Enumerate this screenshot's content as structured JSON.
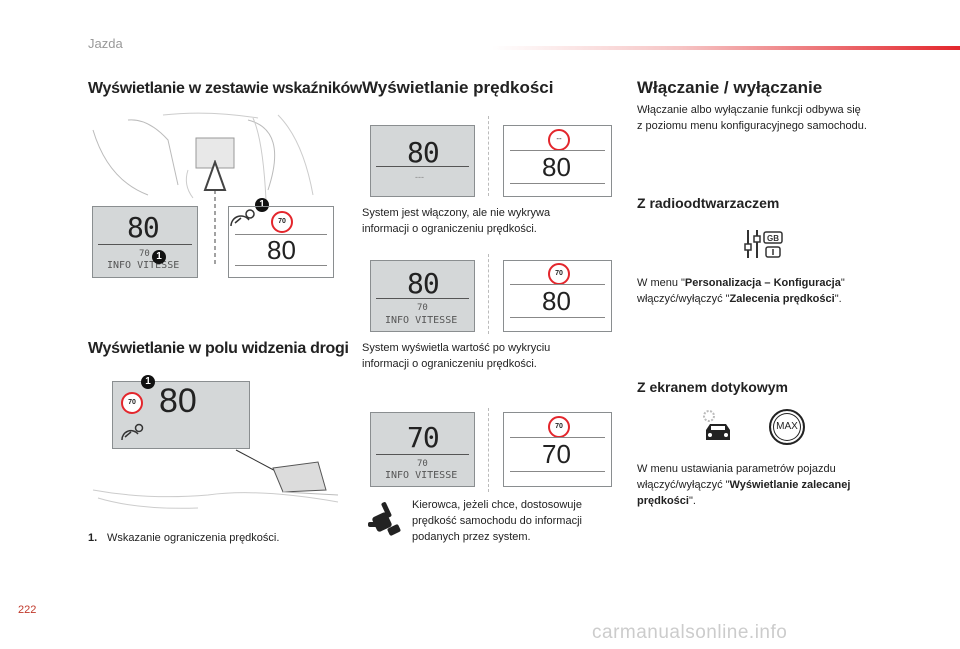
{
  "header": {
    "section": "Jazda",
    "page_number": "222",
    "watermark": "carmanualsonline.info"
  },
  "col1": {
    "title1": "Wyświetlanie w zestawie wskaźników",
    "title2": "Wyświetlanie w polu widzenia drogi",
    "cluster_display": {
      "speed": "80",
      "limit": "70",
      "text": "INFO VITESSE",
      "callout": "1"
    },
    "side_display": {
      "speed": "80",
      "limit": "70",
      "callout": "1"
    },
    "hud_display": {
      "speed": "80",
      "limit": "70",
      "callout": "1"
    },
    "footnote_num": "1.",
    "footnote_text": "Wskazanie ograniczenia prędkości."
  },
  "col2": {
    "title": "Wyświetlanie prędkości",
    "row1": {
      "left_speed": "80",
      "left_sub": "---",
      "right_limit": "--",
      "right_speed": "80",
      "caption_l1": "System jest włączony, ale nie wykrywa",
      "caption_l2": "informacji o ograniczeniu prędkości."
    },
    "row2": {
      "left_speed": "80",
      "left_limit": "70",
      "left_text": "INFO VITESSE",
      "right_limit": "70",
      "right_speed": "80",
      "caption_l1": "System wyświetla wartość po wykryciu",
      "caption_l2": "informacji o ograniczeniu prędkości."
    },
    "row3": {
      "left_speed": "70",
      "left_limit": "70",
      "left_text": "INFO VITESSE",
      "right_limit": "70",
      "right_speed": "70"
    },
    "note_l1": "Kierowca, jeżeli chce, dostosowuje",
    "note_l2": "prędkość samochodu do informacji",
    "note_l3": "podanych przez system."
  },
  "col3": {
    "title": "Włączanie / wyłączanie",
    "intro_l1": "Włączanie albo wyłączanie funkcji odbywa się",
    "intro_l2": "z poziomu menu konfiguracyjnego samochodu.",
    "radio_title": "Z radioodtwarzaczem",
    "radio_icon_label": "GB",
    "radio_p1_a": "W menu \"",
    "radio_p1_b": "Personalizacja – Konfiguracja",
    "radio_p1_c": "\"",
    "radio_p2_a": "włączyć/wyłączyć \"",
    "radio_p2_b": "Zalecenia prędkości",
    "radio_p2_c": "\".",
    "touch_title": "Z ekranem dotykowym",
    "max_label": "MAX",
    "touch_l1": "W menu ustawiania parametrów pojazdu",
    "touch_l2a": "włączyć/wyłączyć \"",
    "touch_l2b": "Wyświetlanie zalecanej",
    "touch_l3b": "prędkości",
    "touch_l3c": "\"."
  },
  "colors": {
    "accent": "#e3262c",
    "lcd_bg": "#d4d7d8",
    "sign_ring": "#e3262c"
  }
}
